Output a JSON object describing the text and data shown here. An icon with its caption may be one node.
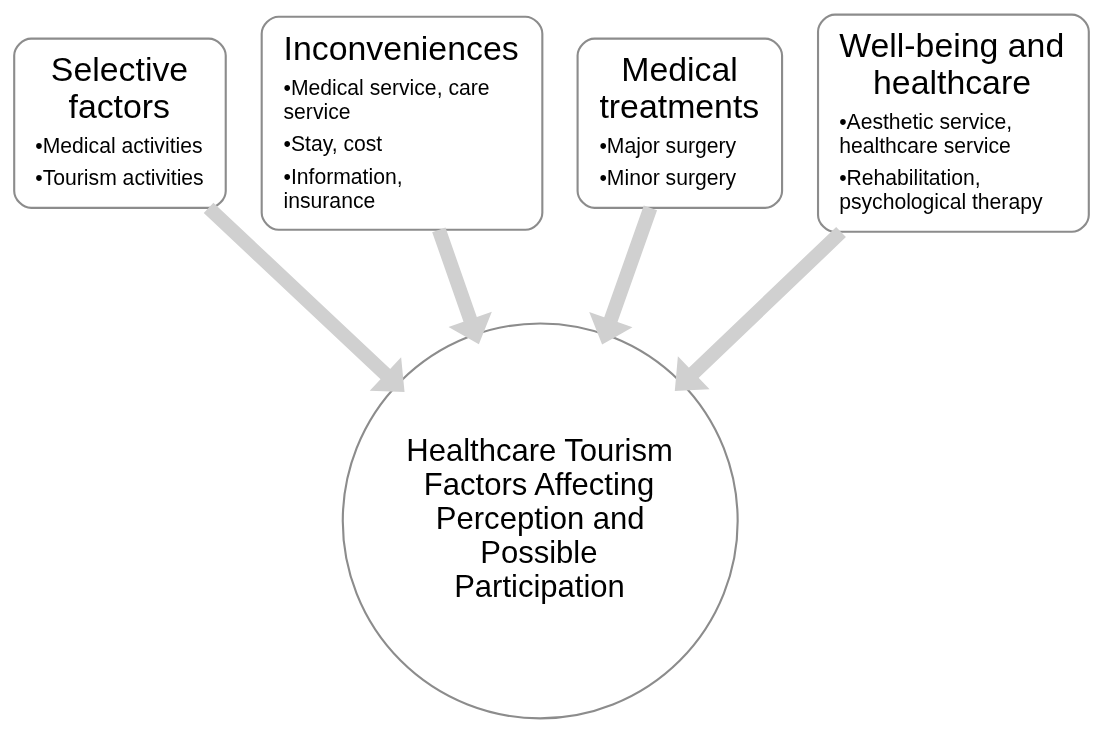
{
  "diagram": {
    "nodes": [
      {
        "text": [
          "Selective factors",
          "•Medical activities",
          "•Tourism activities"
        ]
      },
      {
        "text": [
          "Inconveniences",
          "•Medical service, care service",
          "•Stay, cost",
          "•Information, insurance"
        ]
      },
      {
        "text": [
          "Medical treatments",
          "•Major surgery",
          "•Minor surgery"
        ]
      },
      {
        "text": [
          "Well-being and healthcare",
          "•Aesthetic service, healthcare service",
          "•Rehabilitation, psychological therapy"
        ]
      },
      {
        "text": [
          "Healthcare Tourism Factors Affecting Perception and Possible Participation"
        ]
      }
    ],
    "edges": [
      {
        "from": 0,
        "to": 4,
        "arrow": "to"
      },
      {
        "from": 1,
        "to": 4,
        "arrow": "to"
      },
      {
        "from": 2,
        "to": 4,
        "arrow": "to"
      },
      {
        "from": 3,
        "to": 4,
        "arrow": "to"
      }
    ]
  }
}
